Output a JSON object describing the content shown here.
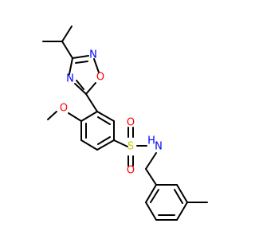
{
  "molecule": {
    "colors": {
      "bond": "#000000",
      "oxygen": "#ff0000",
      "nitrogen": "#0000ff",
      "sulfur": "#c8c800",
      "background": "#ffffff"
    },
    "labels": {
      "ring_o": "O",
      "ring_n_top": "N",
      "ring_n_left": "N",
      "methoxy_o": "O",
      "sulfonyl_s": "S",
      "sulfonyl_o_top": "O",
      "sulfonyl_o_bottom": "O",
      "sulfonamide_nh": "H",
      "sulfonamide_n": "N"
    }
  }
}
